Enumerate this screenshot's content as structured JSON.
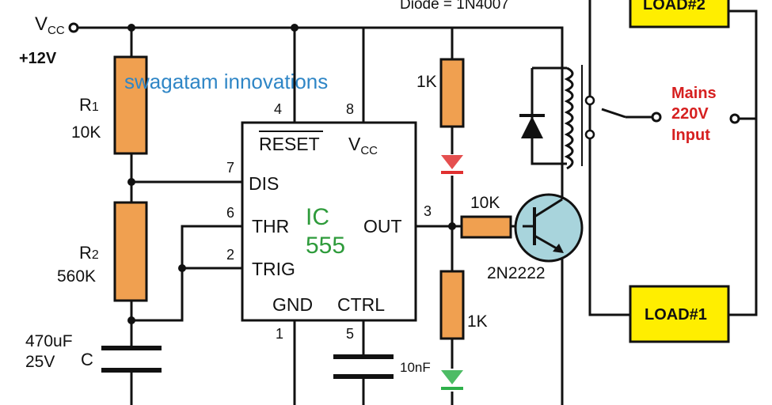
{
  "title_partial": "Diode = 1N4007",
  "watermark": "swagatam innovations",
  "supply": {
    "vcc_label": "V",
    "vcc_sub": "CC",
    "voltage": "+12V"
  },
  "r1": {
    "name": "R",
    "sub": "1",
    "value": "10K"
  },
  "r2": {
    "name": "R",
    "sub": "2",
    "value": "560K"
  },
  "cap": {
    "value": "470uF",
    "voltage": "25V",
    "name": "C"
  },
  "ic": {
    "name_line1": "IC",
    "name_line2": "555",
    "pin_reset": "RESET",
    "pin_vcc": "V",
    "pin_vcc_sub": "CC",
    "pin_dis": "DIS",
    "pin_thr": "THR",
    "pin_trig": "TRIG",
    "pin_out": "OUT",
    "pin_gnd": "GND",
    "pin_ctrl": "CTRL",
    "num_4": "4",
    "num_8": "8",
    "num_7": "7",
    "num_6": "6",
    "num_2": "2",
    "num_3": "3",
    "num_1": "1",
    "num_5": "5"
  },
  "r_top_led": "1K",
  "r_base": "10K",
  "r_bottom_led": "1K",
  "cap_ctrl": "10nF",
  "transistor": "2N2222",
  "mains": {
    "line1": "Mains",
    "line2": "220V",
    "line3": "Input"
  },
  "loads": {
    "load2": "LOAD#2",
    "load1": "LOAD#1"
  },
  "colors": {
    "resistor": "#f0a050",
    "load": "#ffee00",
    "transistor": "#a8d4dc",
    "led_red": "#e03030",
    "led_green": "#2eb04a",
    "mains_text": "#d62020"
  }
}
